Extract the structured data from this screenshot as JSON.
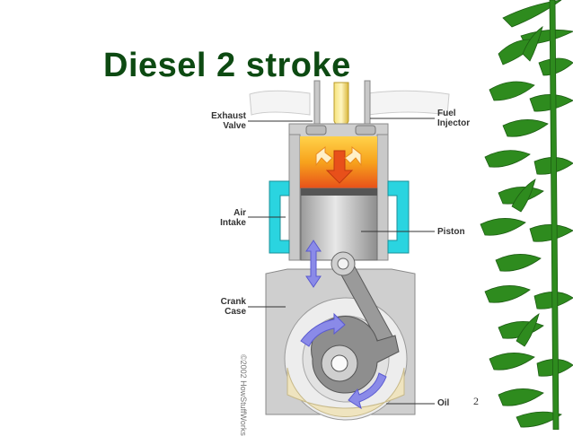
{
  "slide": {
    "title": "Diesel 2 stroke",
    "slide_number": "2"
  },
  "diagram": {
    "labels": {
      "exhaust_valve": "Exhaust\nValve",
      "fuel_injector": "Fuel\nInjector",
      "air_intake": "Air\nIntake",
      "piston": "Piston",
      "crank_case": "Crank\nCase",
      "oil": "Oil"
    },
    "copyright": "©2002 HowStuffWorks"
  },
  "colors": {
    "title": "#0d4a12",
    "bamboo": "#2e8b1e",
    "air_intake": "#2ad4e0",
    "combustion": "#f08a14",
    "arrows": "#8a8ae8"
  }
}
